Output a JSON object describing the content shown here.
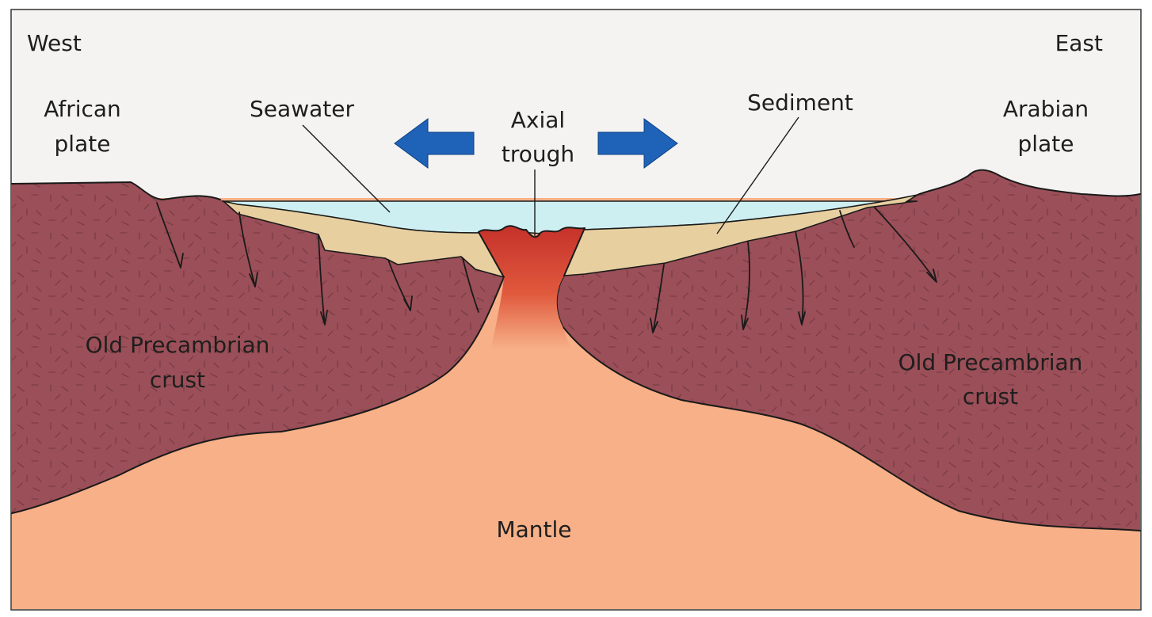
{
  "labels": {
    "west": "West",
    "east": "East",
    "african_plate": [
      "African",
      "plate"
    ],
    "arabian_plate": [
      "Arabian",
      "plate"
    ],
    "seawater": "Seawater",
    "axial_trough": [
      "Axial",
      "trough"
    ],
    "sediment": "Sediment",
    "crust_west": [
      "Old Precambrian",
      "crust"
    ],
    "crust_east": [
      "Old Precambrian",
      "crust"
    ],
    "mantle": "Mantle"
  },
  "icons": {
    "arrow_west": "arrow-left-icon",
    "arrow_east": "arrow-right-icon"
  },
  "colors": {
    "background": "#f4f3f2",
    "crust": "#9b4f58",
    "crust_texture": "#4a2025",
    "mantle": "#f7b087",
    "sediment": "#e8cfa0",
    "seawater": "#cdeff2",
    "magma": "#c5312a",
    "arrow": "#1f63b8"
  }
}
